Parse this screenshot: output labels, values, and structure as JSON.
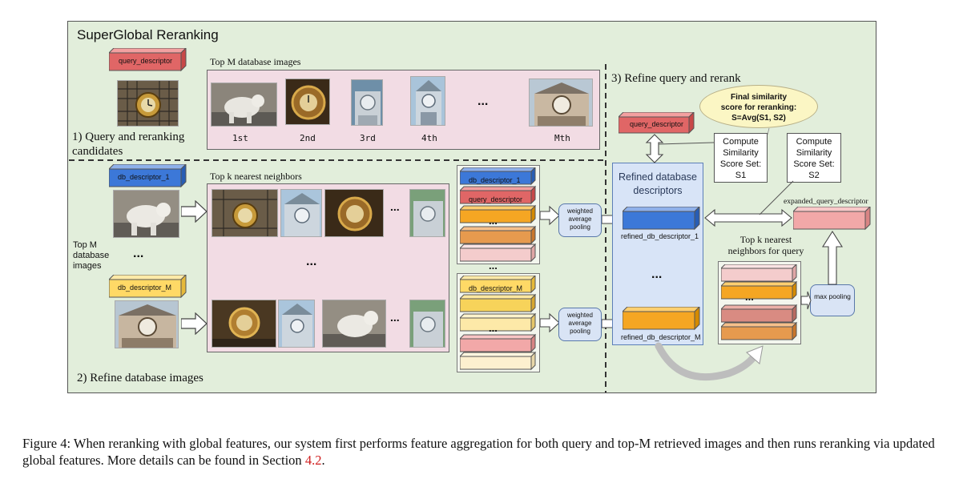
{
  "title": "SuperGlobal Reranking",
  "sections": {
    "s1": "1) Query and reranking candidates",
    "s2": "2) Refine database images",
    "s3": "3) Refine query and rerank"
  },
  "labels": {
    "query_descriptor": "query_descriptor",
    "top_m_db_images_header": "Top M database images",
    "ranks": [
      "1st",
      "2nd",
      "3rd",
      "4th",
      "Mth"
    ],
    "ellipsis": "...",
    "dots": "...",
    "db_descriptor_1": "db_descriptor_1",
    "db_descriptor_M": "db_descriptor_M",
    "top_k_nn": "Top k nearest neighbors",
    "top_m_db_images_side": "Top M database images",
    "weighted_pooling": "weighted average pooling",
    "refined_db_title": "Refined database descriptors",
    "refined_db_1": "refined_db_descriptor_1",
    "refined_db_M": "refined_db_descriptor_M",
    "compute_s1": "Compute Similarity Score Set: S1",
    "compute_s2": "Compute Similarity Score Set: S2",
    "final_score": "Final similarity score for reranking:",
    "final_formula": "S=Avg(S1, S2)",
    "expanded_query": "expanded_query_descriptor",
    "top_k_query": "Top k nearest neighbors for query",
    "max_pooling": "max pooling"
  },
  "caption": {
    "text": "Figure 4: When reranking with global features, our system first performs feature aggregation for both query and top-M retrieved images and then runs reranking via updated global features. More details can be found in Section",
    "ref": "4.2",
    "end": "."
  },
  "colors": {
    "background": "#e2eedb",
    "panel_pink": "#f2dce4",
    "panel_blue": "#d8e4f7",
    "descriptor_red": "#e06666",
    "descriptor_blue": "#3c78d8",
    "descriptor_yellow": "#ffd966",
    "descriptor_orange": "#f6b26b",
    "descriptor_pink": "#f4cccc",
    "ellipse_fill": "#fbf6c4"
  }
}
